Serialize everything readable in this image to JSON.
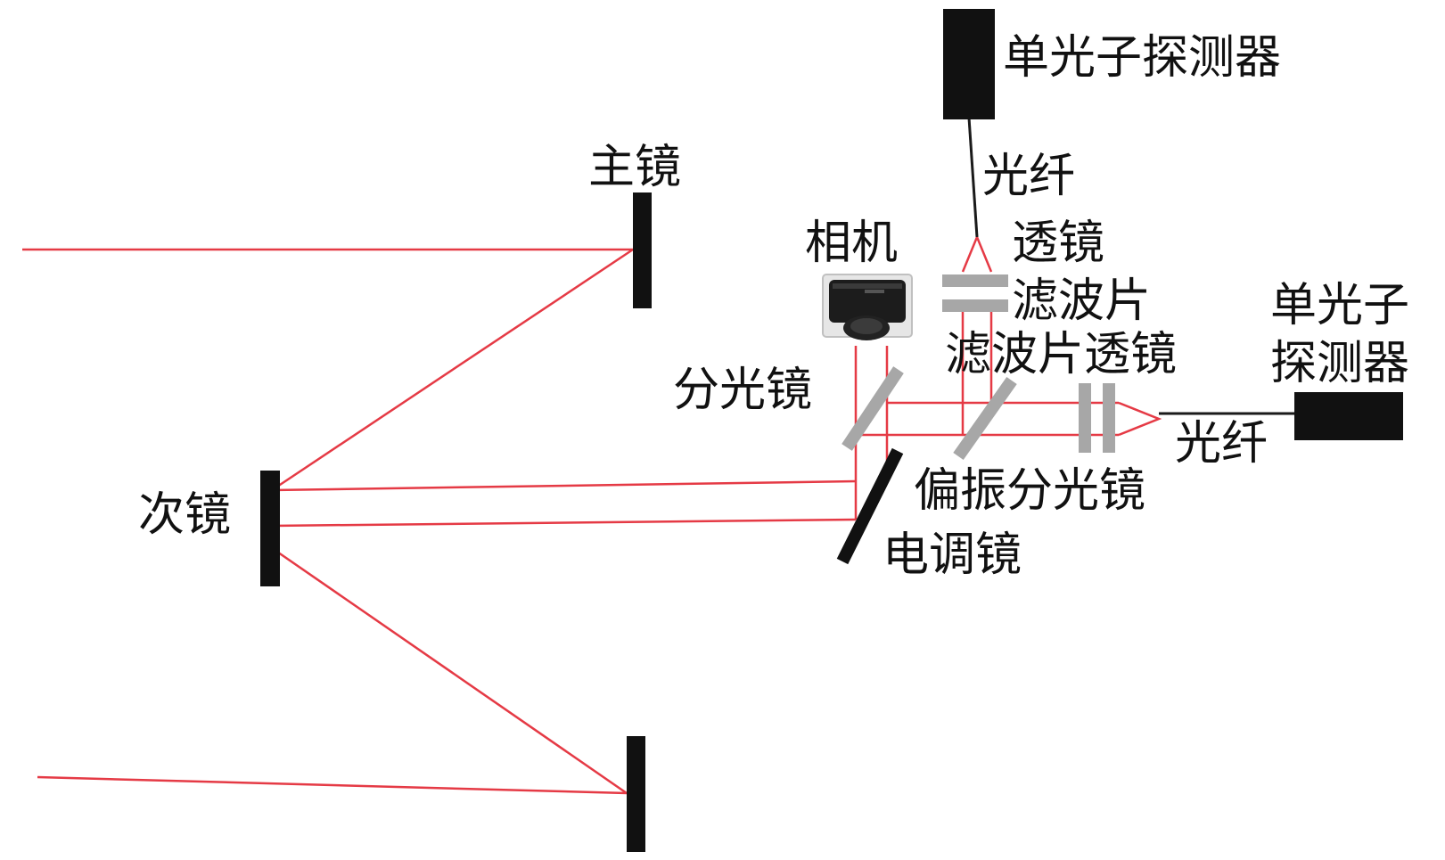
{
  "labels": {
    "primary_mirror": "主镜",
    "secondary_mirror": "次镜",
    "camera": "相机",
    "beam_splitter": "分光镜",
    "galvo_mirror": "电调镜",
    "polarizing_beam_splitter": "偏振分光镜",
    "spd_top_line1": "单光子探测器",
    "fiber_top": "光纤",
    "lens_top": "透镜",
    "filter_top": "滤波片",
    "filter_lens_right": "滤波片透镜",
    "spd_right_line1": "单光子",
    "spd_right_line2": "探测器",
    "fiber_right": "光纤"
  },
  "colors": {
    "beam": "#e53a45",
    "mirror": "#111111",
    "optic": "#a7a7a7",
    "fiber": "#1a1a1a"
  }
}
